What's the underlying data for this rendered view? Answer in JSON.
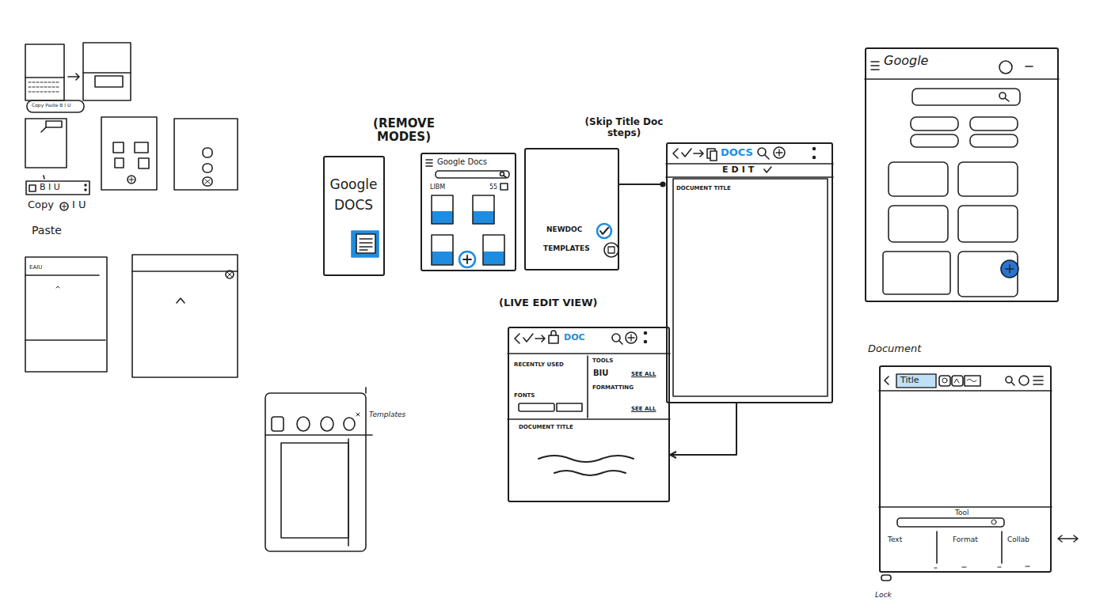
{
  "diagram": {
    "nodes": [
      {
        "text": [
          "Google DOCS"
        ]
      },
      {
        "text": [
          "Google Docs",
          "LIBM",
          "55"
        ]
      },
      {
        "text": [
          "NEWDOC",
          "TEMPLATES"
        ]
      },
      {
        "text": [
          "DOCS",
          "EDIT",
          "DOCUMENT TITLE"
        ]
      },
      {
        "text": [
          "DOC",
          "RECENTLY USED",
          "TOOLS",
          "BIU",
          "SEE ALL",
          "FORMATTING",
          "FONTS",
          "SEE ALL",
          "DOCUMENT TITLE"
        ]
      },
      {
        "text": [
          "Google"
        ]
      },
      {
        "text": [
          "Title",
          "Tool",
          "Text",
          "Format",
          "Collab"
        ]
      }
    ],
    "edges": [
      {
        "from": 2,
        "to": 3,
        "arrow": "none"
      },
      {
        "from": 3,
        "to": 4,
        "arrow": "to"
      }
    ],
    "labels": [
      "Copy Paste B I U",
      "B I U",
      "Copy",
      "I U",
      "Paste",
      "EAIU",
      "(REMOVE MODES)",
      "(Skip Title Doc steps)",
      "(LIVE EDIT VIEW)",
      "Templates",
      "Document",
      "Lock"
    ]
  }
}
